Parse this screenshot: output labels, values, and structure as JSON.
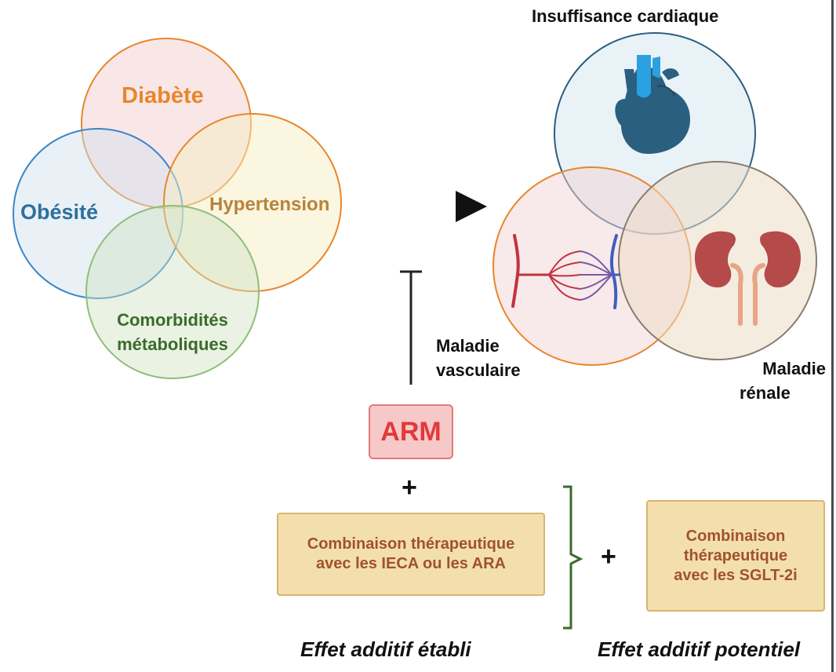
{
  "left_venn": {
    "diabete": "Diabète",
    "obesite": "Obésité",
    "hypertension": "Hypertension",
    "comorbidites_line1": "Comorbidités",
    "comorbidites_line2": "métaboliques"
  },
  "right_venn": {
    "title": "Insuffisance cardiaque",
    "vascular_line1": "Maladie",
    "vascular_line2": "vasculaire",
    "renal_line1": "Maladie",
    "renal_line2": "rénale"
  },
  "arm_label": "ARM",
  "plus_sign": "+",
  "box_ieca": {
    "line1": "Combinaison thérapeutique",
    "line2": "avec les IECA ou les ARA"
  },
  "box_sglt2": {
    "line1": "Combinaison",
    "line2": "thérapeutique",
    "line3": "avec les SGLT-2i"
  },
  "effect_established": "Effet additif établi",
  "effect_potential": "Effet additif potentiel",
  "colors": {
    "diabete": "#e8862e",
    "obesite": "#2e6f9e",
    "hypertension": "#b8843a",
    "comorbidites": "#3b6b2a",
    "arm": "#e03a3a",
    "box_text": "#a0522d",
    "heart": "#2b5f80",
    "heart_vessel": "#2aa1e0",
    "kidney": "#b54a4a"
  },
  "icons": [
    "heart-icon",
    "blood-vessel-network-icon",
    "kidneys-icon"
  ]
}
